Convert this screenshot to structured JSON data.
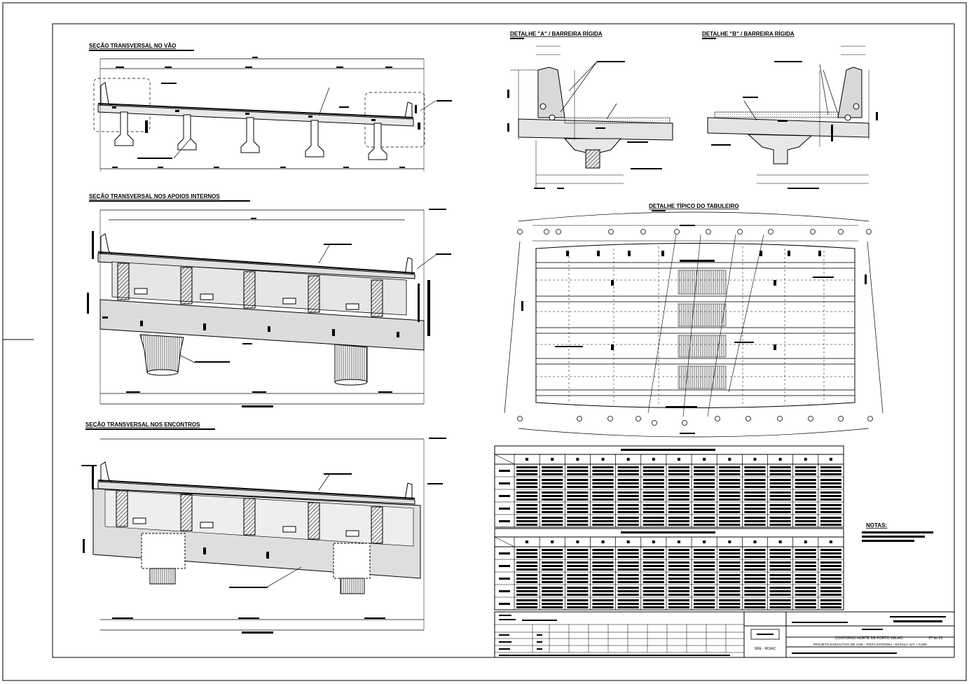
{
  "titles": {
    "sec_vao": "SEÇÃO TRANSVERSAL NO VÃO",
    "sec_apoios": "SEÇÃO TRANSVERSAL NOS APOIOS INTERNOS",
    "sec_encontros": "SEÇÃO TRANSVERSAL NOS ENCONTROS",
    "detalhe_a": "DETALHE \"A\" / BARREIRA RÍGIDA",
    "detalhe_b": "DETALHE \"B\" / BARREIRA RÍGIDA",
    "detalhe_tabuleiro": "DETALHE TÍPICO DO TABULEIRO",
    "notas": "NOTAS:"
  },
  "title_block": {
    "project": "CONTORNO NORTE DE PORTO VELHO",
    "sheet": "07 de 23",
    "description": "PROJETO EXECUTIVO DE OAE - PISTA EXTERNA - ESTACA 427 + 0,000",
    "org": "SRE - RO/AC"
  },
  "tables": {
    "columns": 13,
    "rows": 5
  }
}
